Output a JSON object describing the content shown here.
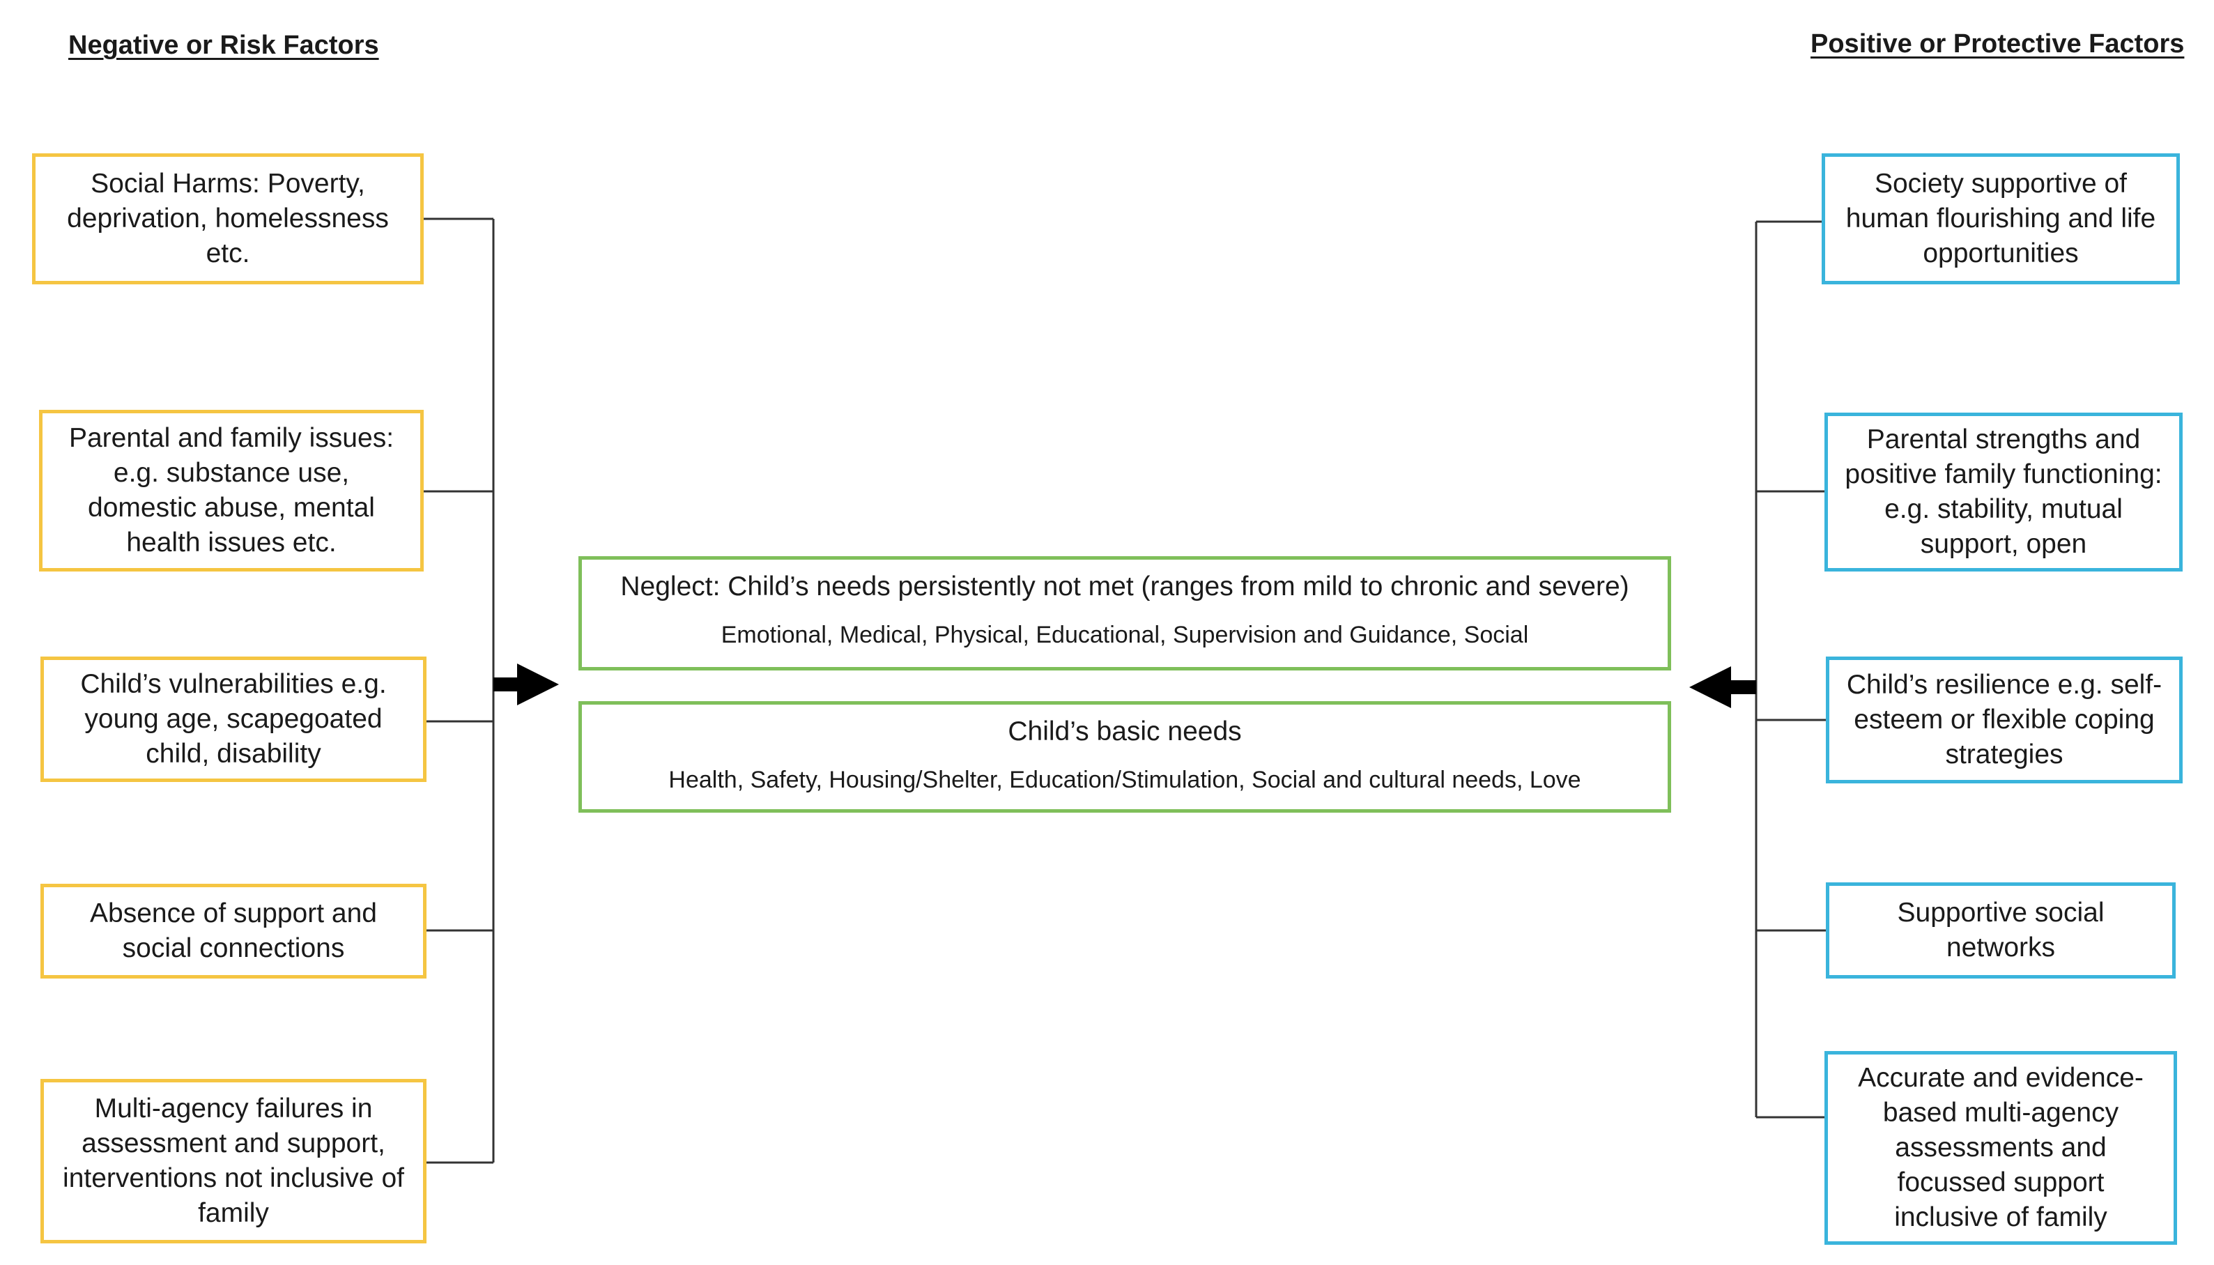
{
  "headings": {
    "risk": "Negative or Risk Factors",
    "protective": "Positive or Protective Factors"
  },
  "risk_factors": [
    "Social Harms: Poverty, deprivation, homelessness etc.",
    "Parental and family issues: e.g. substance use, domestic abuse, mental health issues etc.",
    "Child’s vulnerabilities e.g. young age, scapegoated child, disability",
    "Absence of support and social connections",
    "Multi-agency failures in assessment and support, interventions not inclusive of family"
  ],
  "protective_factors": [
    "Society supportive of human flourishing and life opportunities",
    "Parental strengths and positive family functioning: e.g. stability, mutual support, open",
    "Child’s resilience e.g. self-esteem or flexible coping strategies",
    "Supportive social networks",
    "Accurate and evidence-based multi-agency assessments and focussed support inclusive of family"
  ],
  "center": {
    "neglect": {
      "title": "Neglect: Child’s needs persistently not met (ranges from mild to chronic and severe)",
      "subtitle": "Emotional, Medical, Physical, Educational, Supervision and Guidance, Social"
    },
    "basic_needs": {
      "title": "Child’s basic needs",
      "subtitle": "Health, Safety, Housing/Shelter, Education/Stimulation, Social and cultural needs, Love"
    }
  },
  "colors": {
    "risk_border": "#f5c542",
    "protective_border": "#3ab4dc",
    "center_border": "#7fbf5a",
    "connector": "#333333",
    "arrow": "#000000"
  }
}
